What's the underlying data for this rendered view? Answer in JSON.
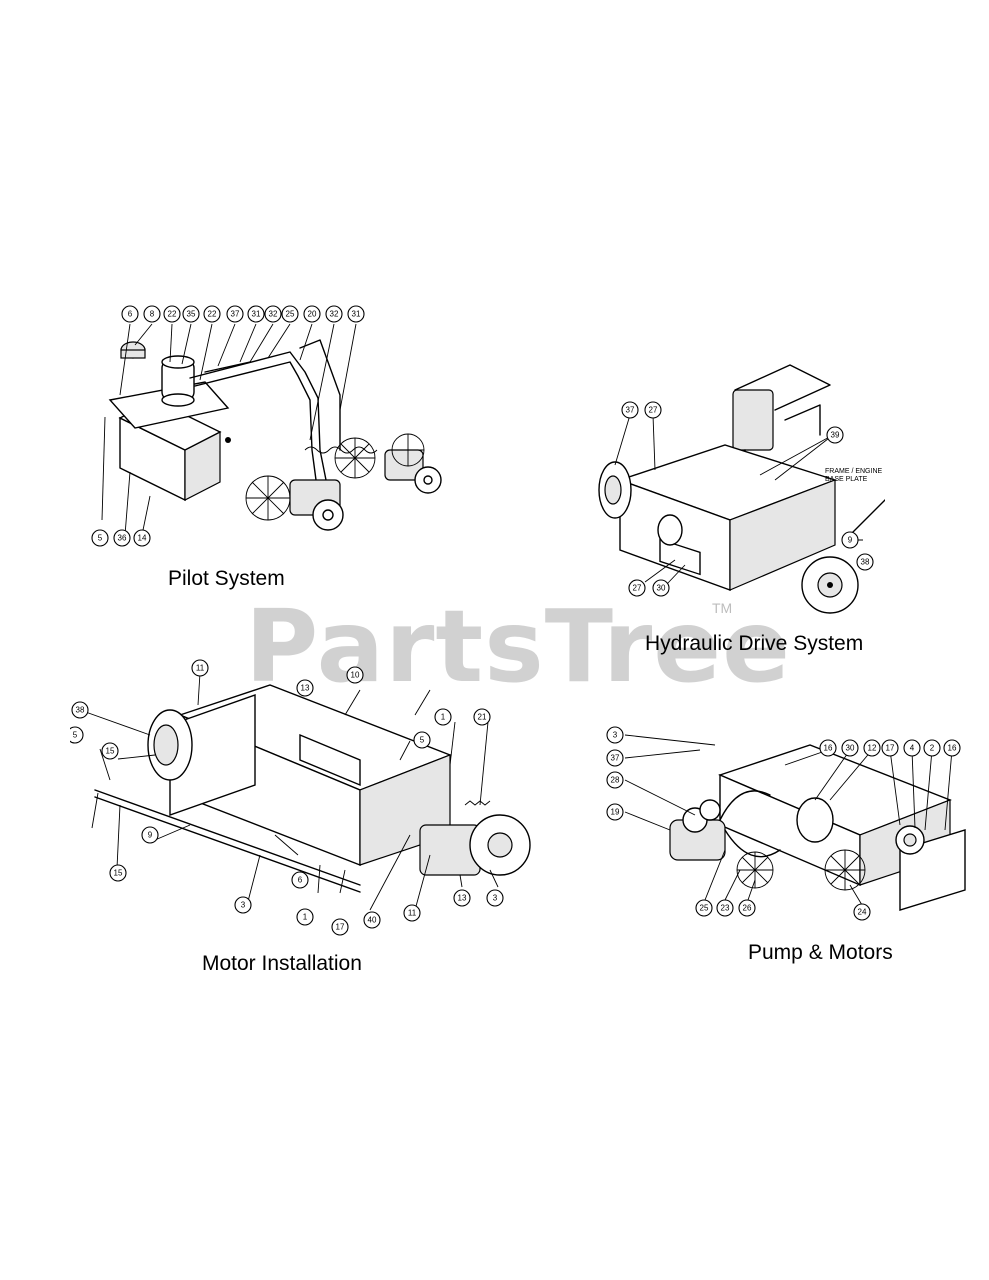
{
  "watermark": {
    "text": "PartsTree",
    "tm": "TM"
  },
  "sections": {
    "pilot": {
      "title": "Pilot System",
      "callouts": [
        "6",
        "8",
        "22",
        "35",
        "22",
        "37",
        "31",
        "32",
        "25",
        "20",
        "32",
        "31",
        "5",
        "36",
        "14"
      ]
    },
    "hydraulic": {
      "title": "Hydraulic Drive System",
      "frame_label": "FRAME / ENGINE BASE PLATE",
      "callouts": [
        "37",
        "27",
        "39",
        "9",
        "38",
        "27",
        "30"
      ]
    },
    "motor": {
      "title": "Motor Installation",
      "callouts": [
        "38",
        "11",
        "10",
        "13",
        "5",
        "15",
        "1",
        "21",
        "5",
        "9",
        "6",
        "3",
        "1",
        "17",
        "40",
        "11",
        "13",
        "3"
      ]
    },
    "pump": {
      "title": "Pump & Motors",
      "callouts": [
        "3",
        "37",
        "28",
        "19",
        "16",
        "30",
        "12",
        "17",
        "4",
        "2",
        "16",
        "25",
        "23",
        "26",
        "24"
      ]
    }
  }
}
